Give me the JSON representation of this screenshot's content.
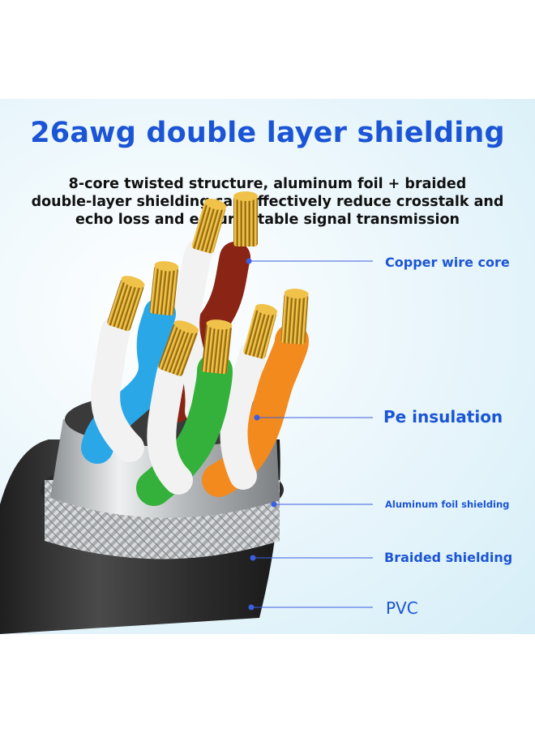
{
  "title": "26awg double layer shielding",
  "subtitle_lines": [
    "8-core twisted structure, aluminum foil + braided",
    "double-layer shielding can effectively reduce crosstalk and",
    "echo loss and ensure stable signal transmission"
  ],
  "labels": {
    "copper": "Copper wire core",
    "pe": "Pe insulation",
    "foil": "Aluminum foil shielding",
    "braid": "Braided shielding",
    "pvc": "PVC"
  },
  "colors": {
    "title": "#1b55d6",
    "label": "#1b55d6",
    "leader_line": "#3b5ee0",
    "jacket": "#3a3a3a",
    "foil": "#c9cbcd",
    "braid": "#b7b9bb",
    "copper": "#d9a520",
    "wire_blue": "#2aa7e6",
    "wire_green": "#34b13a",
    "wire_orange": "#f28a1e",
    "wire_brown": "#8a2414",
    "wire_white": "#f2f2f2"
  }
}
